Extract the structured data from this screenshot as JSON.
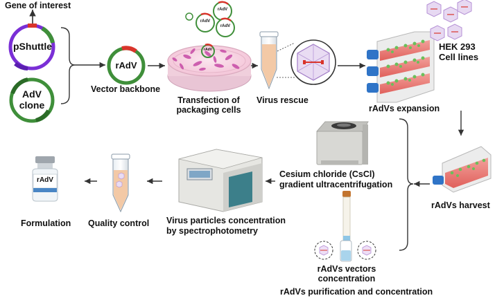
{
  "labels": {
    "gene_of_interest": "Gene of interest",
    "pshuttle": "pShuttle",
    "adv_clone_line1": "AdV",
    "adv_clone_line2": "clone",
    "radv_plasmid": "rAdV",
    "vector_backbone": "Vector backbone",
    "transfection_line1": "Transfection of",
    "transfection_line2": "packaging cells",
    "virus_rescue": "Virus rescue",
    "hek_line1": "HEK 293",
    "hek_line2": "Cell lines",
    "expansion": "rAdVs expansion",
    "harvest": "rAdVs harvest",
    "cscl_line1": "Cesium chloride (CsCl)",
    "cscl_line2": "gradient ultracentrifugation",
    "vectors_line1": "rAdVs vectors",
    "vectors_line2": "concentration",
    "purification": "rAdVs purification and concentration",
    "spectro_line1": "Virus particles concentration",
    "spectro_line2": "by spectrophotometry",
    "quality_control": "Quality control",
    "formulation": "Formulation",
    "vial_label": "rAdV",
    "dish_plasmid_1": "rAdV",
    "dish_plasmid_2": "rAdV",
    "dish_plasmid_3": "rAdV",
    "dish_plasmid_4": "rAdV"
  },
  "colors": {
    "arrow": "#333333",
    "plasmid_green": "#3f8f3a",
    "plasmid_purple": "#7a2fd6",
    "insert_red": "#d9342b",
    "flask_pink": "#e8736f",
    "flask_blue": "#2f74c7",
    "cells_green": "#6bbf5a",
    "dish_cells": "#c64aa6",
    "tube_fill": "#f3c9a6"
  }
}
